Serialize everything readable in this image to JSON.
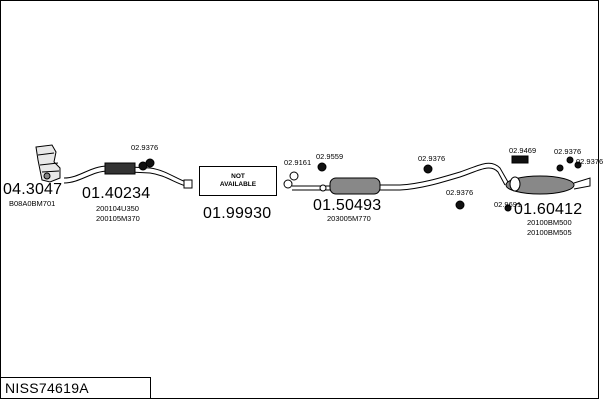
{
  "diagram": {
    "code": "NISS74619A",
    "not_available": "NOT\nAVAILABLE",
    "parts": [
      {
        "ref": "04.3047",
        "sub": "B08A0BM701"
      },
      {
        "ref": "01.40234",
        "sub1": "200104U350",
        "sub2": "200105M370"
      },
      {
        "ref": "01.99930"
      },
      {
        "ref": "01.50493",
        "sub": "203005M770"
      },
      {
        "ref": "01.60412",
        "sub1": "20100BM500",
        "sub2": "20100BM505"
      }
    ],
    "fittings": [
      "02.9376",
      "02.9161",
      "02.9559",
      "02.9376",
      "02.9376",
      "02.9469",
      "02.9376",
      "02.9376",
      "02.9691"
    ]
  }
}
